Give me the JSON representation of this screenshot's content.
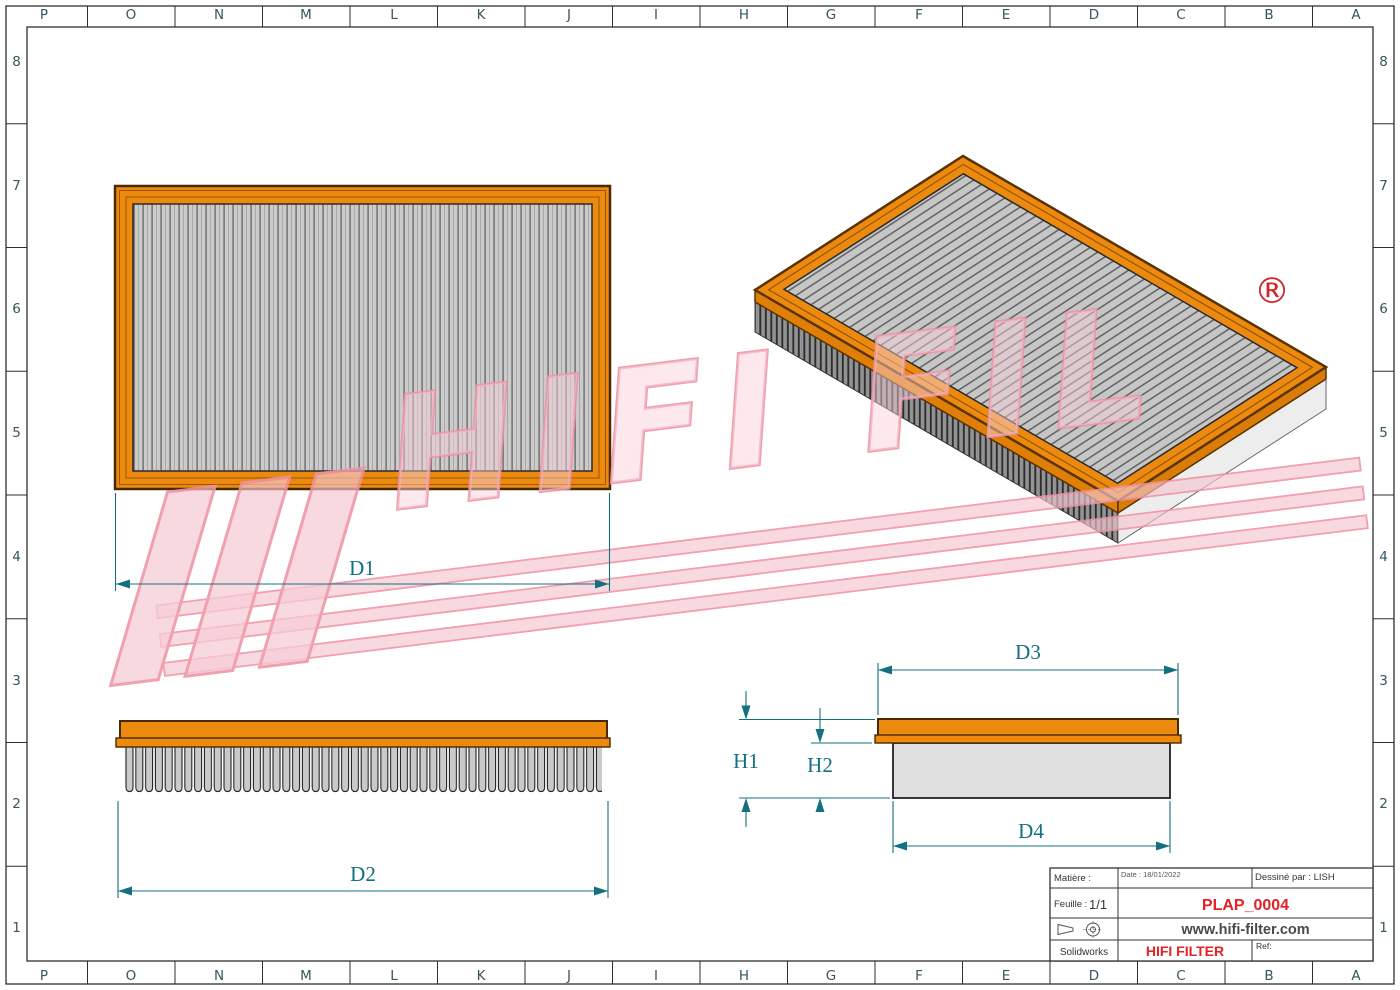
{
  "page": {
    "title": "Technical drawing - panel air filter"
  },
  "grid": {
    "columns": [
      "P",
      "O",
      "N",
      "M",
      "L",
      "K",
      "J",
      "I",
      "H",
      "G",
      "F",
      "E",
      "D",
      "C",
      "B",
      "A"
    ],
    "rows": [
      "8",
      "7",
      "6",
      "5",
      "4",
      "3",
      "2",
      "1"
    ]
  },
  "dimensions": {
    "d1": "D1",
    "d2": "D2",
    "d3": "D3",
    "d4": "D4",
    "h1": "H1",
    "h2": "H2"
  },
  "watermark": {
    "text": "HIFI FIL",
    "registered": "®"
  },
  "title_block": {
    "matiere_label": "Matière :",
    "date_label": "Date : 18/01/2022",
    "dessine_label": "Dessiné par : LISH",
    "feuille_label": "Feuille :",
    "feuille_value": "1/1",
    "part_number": "PLAP_0004",
    "website": "www.hifi-filter.com",
    "software_label": "Solidworks",
    "brand": "HIFI FILTER",
    "ref_label": "Ref:"
  },
  "colors": {
    "frame_orange": "#EC8A10",
    "media_gray": "#CBCBCB",
    "dimension_teal": "#13707E",
    "brand_red": "#E22227",
    "watermark_pink": "#F2B9C7"
  }
}
